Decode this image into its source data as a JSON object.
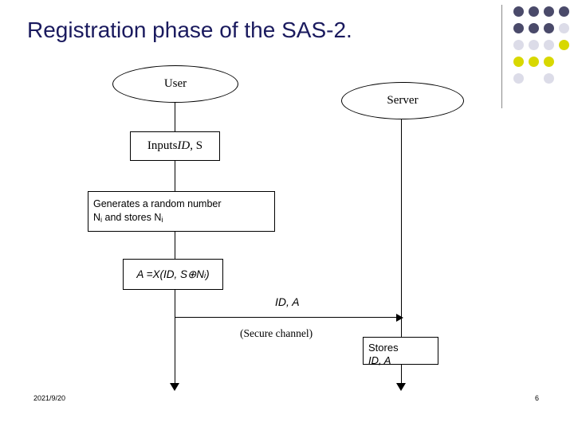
{
  "slide": {
    "title": "Registration phase of the SAS-2.",
    "footer_date": "2021/9/20",
    "footer_page": "6"
  },
  "diagram": {
    "user_node": "User",
    "server_node": "Server",
    "inputs_box": {
      "prefix": "Inputs ",
      "italic": "ID",
      "suffix": ", S"
    },
    "generates_box": {
      "line1_pre": "Generates a random number",
      "line2_pre": "N",
      "line2_sub1": "i",
      "line2_mid": " and stores N",
      "line2_sub2": "i"
    },
    "formula_box": {
      "text_pre": "A =X(ID, S",
      "xor": "⊕",
      "text_mid": "N",
      "sub": "i",
      "text_post": ")"
    },
    "transfer_label": "ID, A",
    "secure_channel_label": "(Secure channel)",
    "stores_box": {
      "line1": "Stores",
      "line2": "ID, A"
    }
  },
  "decor": {
    "dot_colors": [
      [
        "#4a4a6a",
        "#4a4a6a",
        "#4a4a6a",
        "#4a4a6a"
      ],
      [
        "#4a4a6a",
        "#4a4a6a",
        "#4a4a6a",
        "#dcdce8"
      ],
      [
        "#dcdce8",
        "#dcdce8",
        "#dcdce8",
        "#d8d800"
      ],
      [
        "#d8d800",
        "#d8d800",
        "#d8d800",
        "#ffffff"
      ],
      [
        "#dcdce8",
        "#ffffff",
        "#dcdce8",
        "#ffffff"
      ]
    ],
    "title_color": "#1a1a5e"
  }
}
